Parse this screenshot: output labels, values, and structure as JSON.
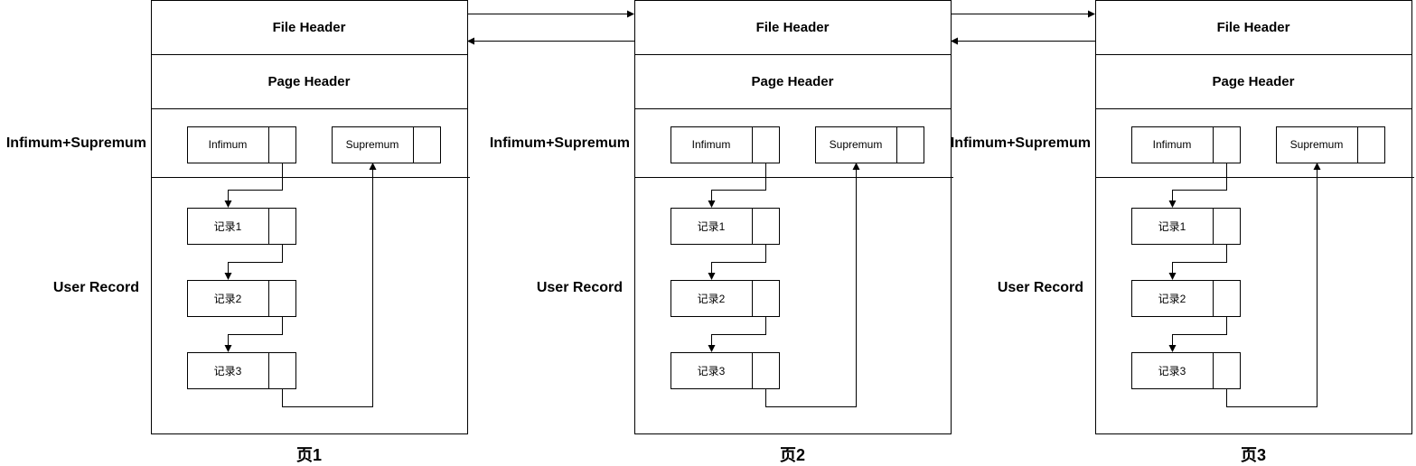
{
  "pages": [
    {
      "title": "页1",
      "file_header": "File Header",
      "page_header": "Page Header",
      "infimum_supremum_label": "Infimum+Supremum",
      "user_record_label": "User Record",
      "infimum": "Infimum",
      "supremum": "Supremum",
      "records": [
        "记录1",
        "记录2",
        "记录3"
      ]
    },
    {
      "title": "页2",
      "file_header": "File Header",
      "page_header": "Page Header",
      "infimum_supremum_label": "Infimum+Supremum",
      "user_record_label": "User Record",
      "infimum": "Infimum",
      "supremum": "Supremum",
      "records": [
        "记录1",
        "记录2",
        "记录3"
      ]
    },
    {
      "title": "页3",
      "file_header": "File Header",
      "page_header": "Page Header",
      "infimum_supremum_label": "Infimum+Supremum",
      "user_record_label": "User Record",
      "infimum": "Infimum",
      "supremum": "Supremum",
      "records": [
        "记录1",
        "记录2",
        "记录3"
      ]
    }
  ],
  "colors": {
    "stroke": "#000000",
    "background": "#ffffff"
  }
}
